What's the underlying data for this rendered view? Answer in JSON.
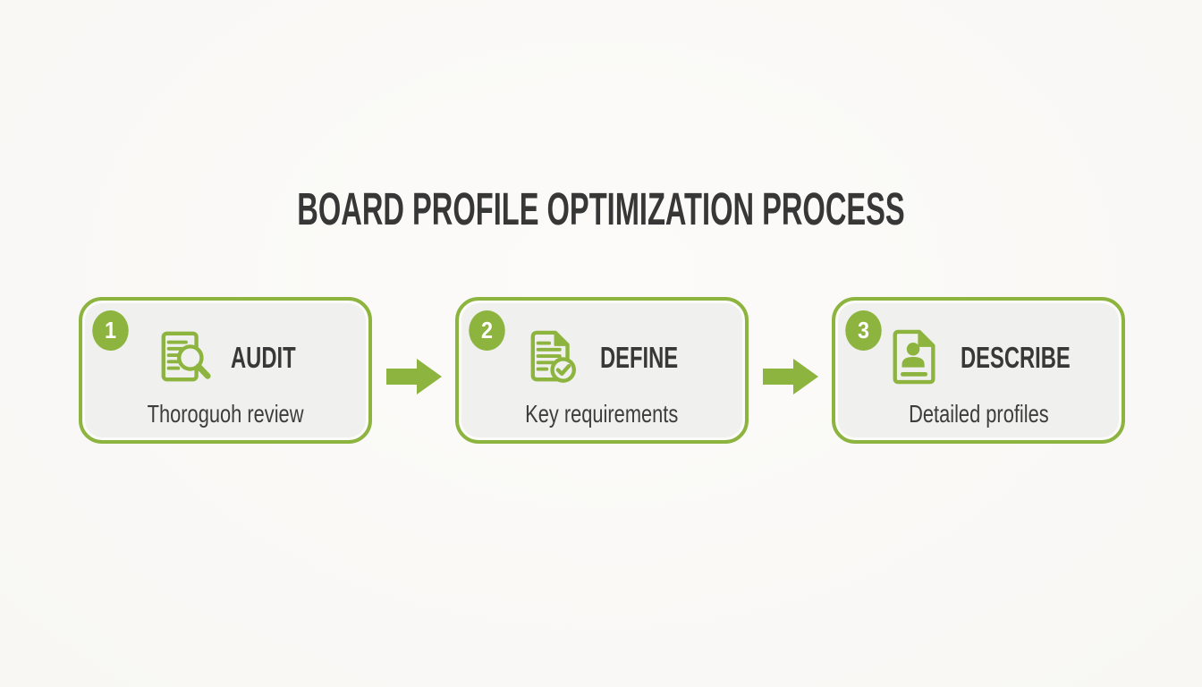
{
  "title": "BOARD PROFILE OPTIMIZATION PROCESS",
  "colors": {
    "accent_green": "#8cb43e",
    "card_background": "#f0f0ee",
    "heading_text": "#383838",
    "badge_number_text": "#ffffff"
  },
  "steps": [
    {
      "number": "1",
      "title": "AUDIT",
      "subtitle": "Thoroguoh review",
      "icon": "document-magnifier-icon"
    },
    {
      "number": "2",
      "title": "DEFINE",
      "subtitle": "Key requirements",
      "icon": "document-checkmark-icon"
    },
    {
      "number": "3",
      "title": "DESCRIBE",
      "subtitle": "Detailed profiles",
      "icon": "person-document-icon"
    }
  ],
  "connector": {
    "icon": "right-arrow-icon"
  }
}
